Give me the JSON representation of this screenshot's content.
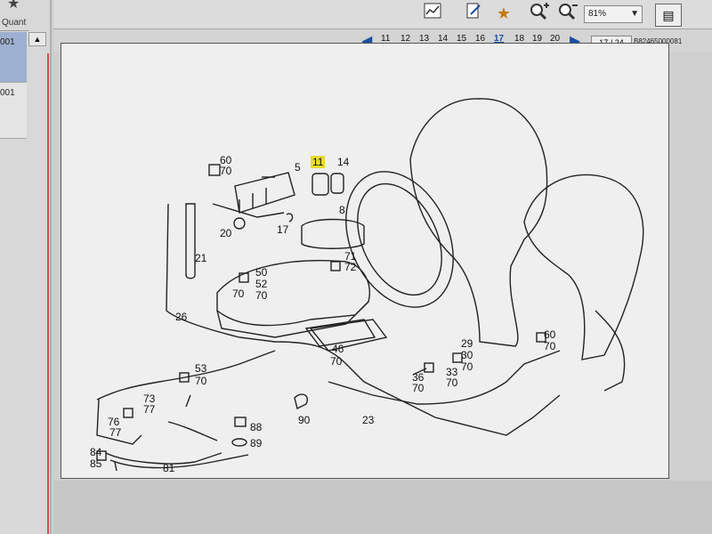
{
  "left_panel": {
    "header": "Quant",
    "row1": "001",
    "row2": "001"
  },
  "toolbar": {
    "zoom_value": "81%"
  },
  "nav": {
    "pages": [
      "11",
      "12",
      "13",
      "14",
      "15",
      "16",
      "17",
      "18",
      "19",
      "20"
    ],
    "current_page": "17",
    "page_counter": "17 / 24",
    "doc_code": "B82465000081"
  },
  "diagram": {
    "labels": {
      "l60a": "60",
      "l70a": "70",
      "l5": "5",
      "l11": "11",
      "l14": "14",
      "l8": "8",
      "l20": "20",
      "l17": "17",
      "l21": "21",
      "l71": "71",
      "l72": "72",
      "l50": "50",
      "l52": "52",
      "l70b": "70",
      "l70c": "70",
      "l26": "26",
      "l46": "46",
      "l70d": "70",
      "l53": "53",
      "l70e": "70",
      "l73": "73",
      "l77a": "77",
      "l76": "76",
      "l77b": "77",
      "l88": "88",
      "l89": "89",
      "l90": "90",
      "l23": "23",
      "l29": "29",
      "l30": "30",
      "l70f": "70",
      "l36": "36",
      "l33": "33",
      "l70g": "70",
      "l70h": "70",
      "l60b": "60",
      "l70i": "70",
      "l84": "84",
      "l85": "85",
      "l81": "81"
    }
  }
}
